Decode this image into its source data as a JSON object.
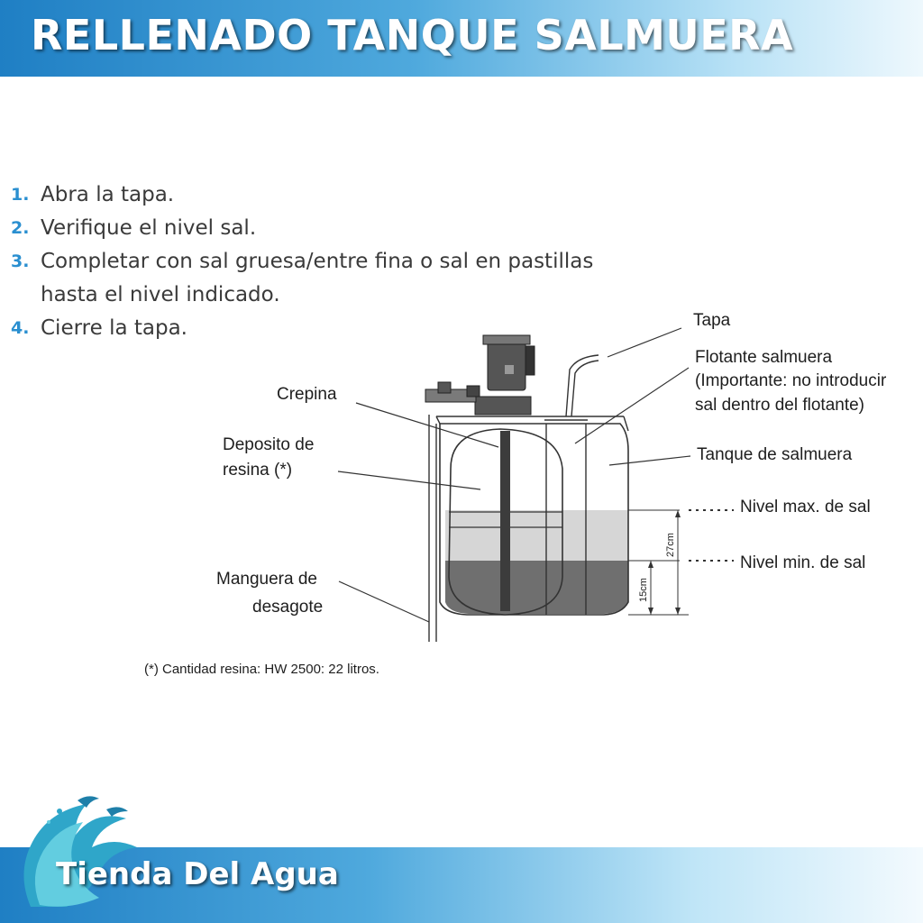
{
  "header": {
    "title": "RELLENADO TANQUE SALMUERA"
  },
  "steps": [
    {
      "number": "1.",
      "text": "Abra la tapa."
    },
    {
      "number": "2.",
      "text": "Verifique el nivel sal."
    },
    {
      "number": "3.",
      "text": "Completar con sal gruesa/entre fina o sal en pastillas hasta el nivel indicado."
    },
    {
      "number": "4.",
      "text": "Cierre la tapa."
    }
  ],
  "diagram": {
    "labels": {
      "tapa": "Tapa",
      "flotante_1": "Flotante salmuera",
      "flotante_2": "(Importante: no introducir",
      "flotante_3": "sal dentro del flotante)",
      "tanque": "Tanque de salmuera",
      "crepina": "Crepina",
      "deposito_1": "Deposito de",
      "deposito_2": "resina (*)",
      "manguera_1": "Manguera de",
      "manguera_2": "desagote",
      "nivel_max": "Nivel max. de sal",
      "nivel_min": "Nivel min. de sal",
      "dim_27": "27cm",
      "dim_15": "15cm"
    },
    "colors": {
      "salt_light": "#d6d6d6",
      "salt_dark": "#6f6f6f",
      "column": "#3c3c3c"
    }
  },
  "footnote": "(*) Cantidad resina: HW 2500: 22 litros.",
  "footer": {
    "brand": "Tienda Del Agua",
    "logo_icon": "wave-logo-icon"
  }
}
